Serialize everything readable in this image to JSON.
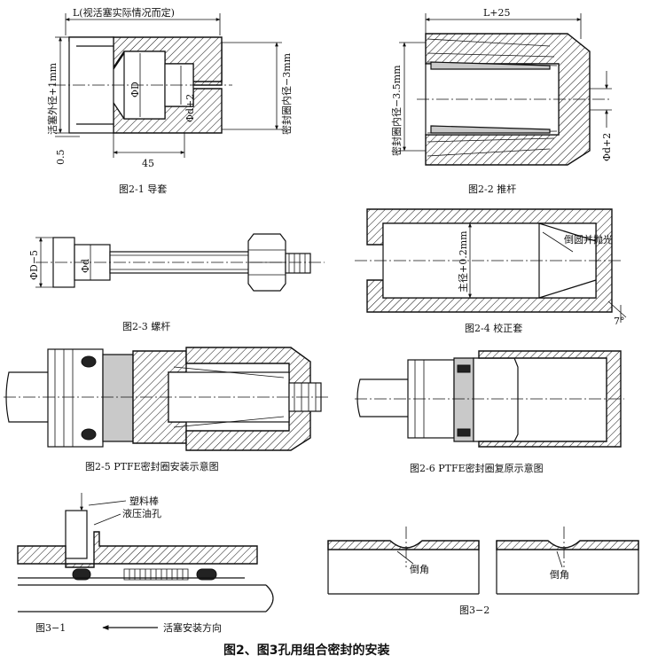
{
  "fig_2_1": {
    "caption": "图2-1 导套",
    "dim_top": "L(视活塞实际情况而定)",
    "dim_left": "活塞外径+1mm",
    "dim_right": "密封圈内径−3mm",
    "dim_inner_d": "ΦD",
    "dim_inner_d2": "Φd+2",
    "dim_05": "0.5",
    "dim_45": "45"
  },
  "fig_2_2": {
    "caption": "图2-2 推杆",
    "dim_top": "L+25",
    "dim_left": "密封圈内径−3.5mm",
    "dim_right": "Φd+2"
  },
  "fig_2_3": {
    "caption": "图2-3 螺杆",
    "dim_left": "ΦD−5",
    "dim_inner": "Φd"
  },
  "fig_2_4": {
    "caption": "图2-4 校正套",
    "dim_inner": "主径+0.2mm",
    "note": "倒圆并抛光",
    "angle": "7°"
  },
  "fig_2_5": {
    "caption": "图2-5 PTFE密封圈安装示意图"
  },
  "fig_2_6": {
    "caption": "图2-6 PTFE密封圈复原示意图"
  },
  "fig_3_1": {
    "caption": "图3−1",
    "label_rod": "塑料棒",
    "label_oil": "液压油孔",
    "label_dir": "活塞安装方向"
  },
  "fig_3_2": {
    "caption": "图3−2",
    "label_left": "倒角",
    "label_right": "倒角"
  },
  "main_caption": "图2、图3孔用组合密封的安装"
}
